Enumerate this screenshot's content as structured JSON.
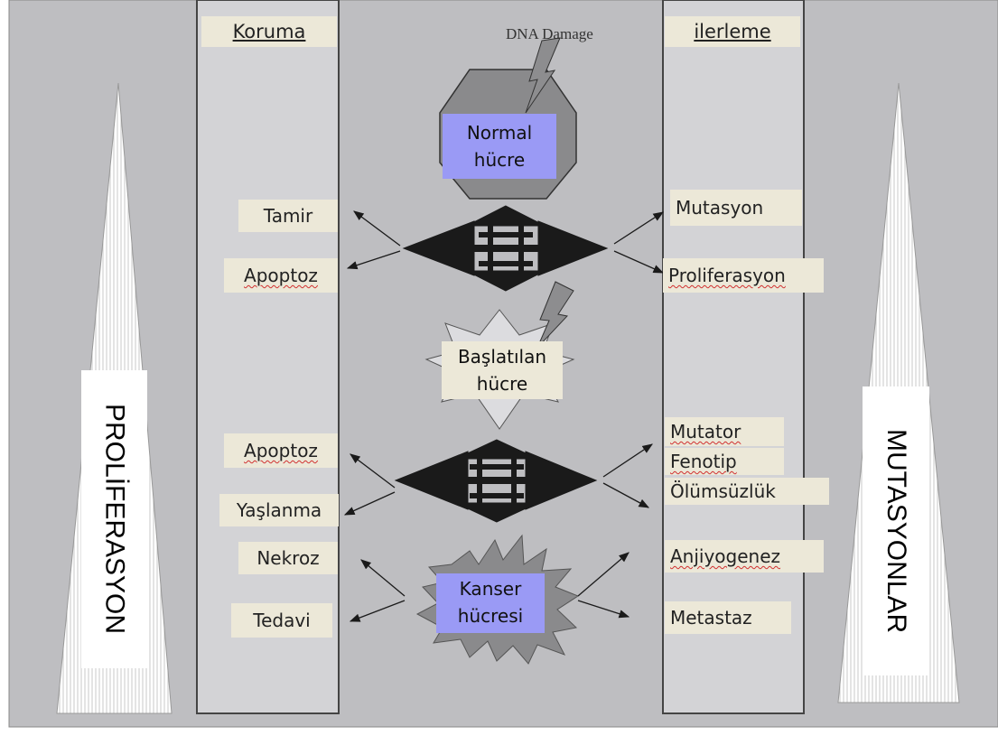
{
  "header": {
    "left": "Koruma",
    "right": "ilerleme"
  },
  "dna_damage": "DNA Damage",
  "cells": {
    "normal": [
      "Normal",
      "hücre"
    ],
    "initiated": [
      "Başlatılan",
      "hücre"
    ],
    "cancer": [
      "Kanser",
      "hücresi"
    ]
  },
  "left_labels": {
    "tamir": "Tamir",
    "apoptoz1": "Apoptoz",
    "apoptoz2": "Apoptoz",
    "yaslanma": "Yaşlanma",
    "nekroz": "Nekroz",
    "tedavi": "Tedavi"
  },
  "right_labels": {
    "mutasyon": "Mutasyon",
    "proliferasyon": "Proliferasyon",
    "mutator": "Mutator",
    "fenotip": "Fenotip",
    "olumsuzluk": "Ölümsüzlük",
    "anjiyogenez": "Anjiyogenez",
    "metastaz": "Metastaz"
  },
  "side_labels": {
    "left": "PROLİFERASYON",
    "right": "MUTASYONLAR"
  },
  "colors": {
    "background": "#bebec1",
    "column": "#d3d3d6",
    "label_bg": "#ece8d8",
    "cell_box": "#9a9af5",
    "arrow": "#1a1a1a"
  }
}
